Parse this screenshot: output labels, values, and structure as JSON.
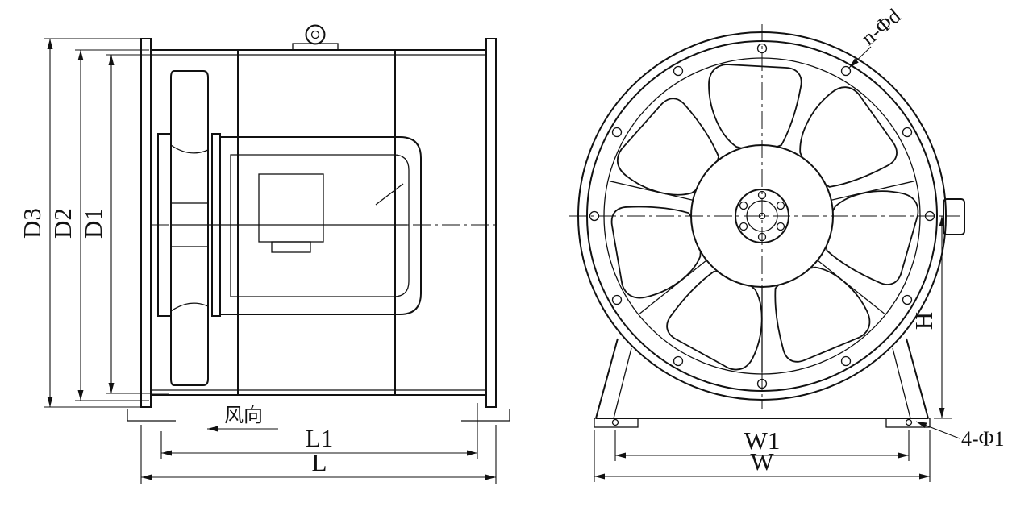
{
  "drawing": {
    "side_view": {
      "dim_D3": "D3",
      "dim_D2": "D2",
      "dim_D1": "D1",
      "dim_L1": "L1",
      "dim_L": "L",
      "airflow_label": "风向"
    },
    "front_view": {
      "bolt_hole_label": "n-Φd",
      "dim_H": "H",
      "dim_W1": "W1",
      "dim_W": "W",
      "foot_hole_label": "4-Φ1"
    }
  },
  "colors": {
    "line": "#111111",
    "background": "#ffffff"
  }
}
